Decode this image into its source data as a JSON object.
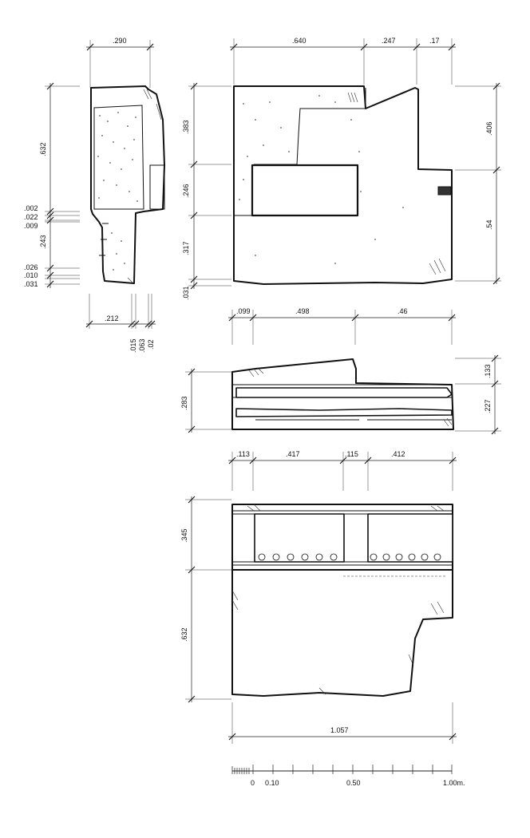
{
  "side_view": {
    "width_top": ".290",
    "heights": [
      ".632",
      ".002",
      ".022",
      ".009",
      ".243",
      ".026",
      ".010",
      ".031"
    ],
    "width_bottom": ".212",
    "bottom_small": [
      ".015",
      ".063",
      ".02"
    ]
  },
  "front_view": {
    "widths_top": [
      ".640",
      ".247",
      ".17"
    ],
    "heights_left": [
      ".383",
      ".246",
      ".317",
      ".031"
    ],
    "heights_right": [
      ".406",
      ".54"
    ]
  },
  "top_section": {
    "widths_top": [
      ".099",
      ".498",
      ".46"
    ],
    "height_left": ".283",
    "heights_right": [
      ".133",
      ".227"
    ]
  },
  "plan_view": {
    "widths_top": [
      ".113",
      ".417",
      ".115",
      ".412"
    ],
    "heights_left": [
      ".345",
      ".632"
    ],
    "width_total": "1.057"
  },
  "scale_bar": {
    "labels": [
      "0",
      "0.10",
      "0.50",
      "1.00m."
    ]
  }
}
